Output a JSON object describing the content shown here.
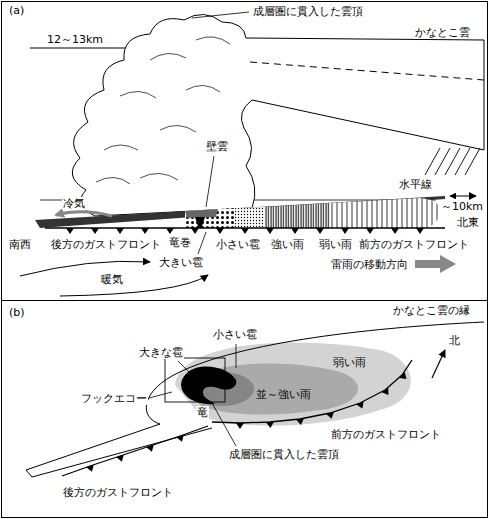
{
  "diagram": {
    "labels": [
      "(a)",
      "成層圏に貫入した雲頂",
      "かなとこ雲",
      "12～13km",
      "壁雲",
      "水平線",
      "北東",
      "～10km",
      "南西",
      "冷気",
      "後方のガストフロント",
      "竜巻",
      "小さい雹",
      "強い雨",
      "弱い雨",
      "前方のガストフロント",
      "大きい雹",
      "暖気",
      "雷雨の移動方向",
      "(b)",
      "かなとこ雲の縁",
      "小さい雹",
      "大きな雹",
      "弱い雨",
      "北",
      "フックエコー",
      "並～強い雨",
      "竜",
      "前方のガストフロント",
      "後方のガストフロント",
      "成層圏に貫入した雲頂"
    ]
  }
}
